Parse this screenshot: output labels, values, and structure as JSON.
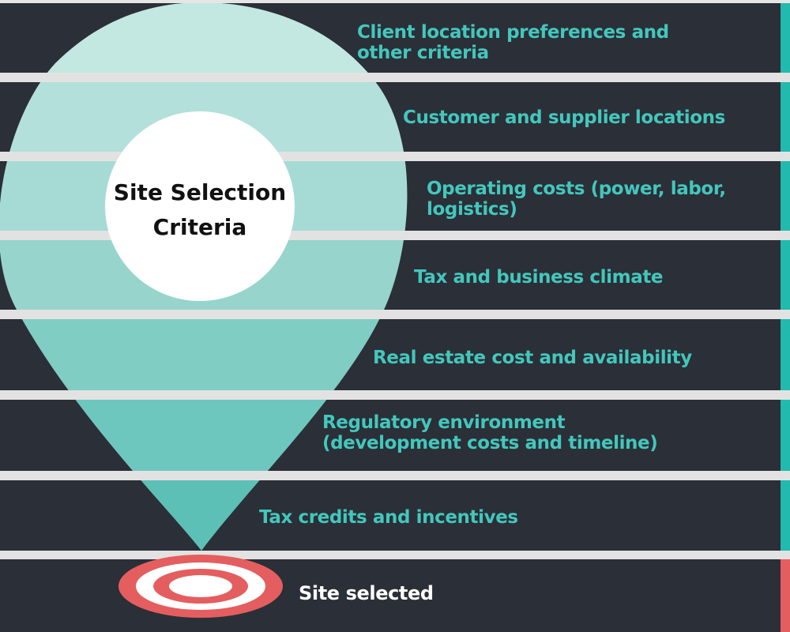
{
  "colors": {
    "background": "#e6e6e6",
    "band": "#2b2f37",
    "separator": "#e2e2e2",
    "label": "#43c7bd",
    "final_label": "#ffffff",
    "accent_bar": "#22b9ae",
    "final_accent_bar": "#e45e5f",
    "target_red": "#e45e5f",
    "target_white": "#ffffff",
    "center_circle": "#ffffff",
    "center_title": "#111111",
    "pin_shades": [
      "#c3e7e1",
      "#b3e0da",
      "#a5dbd4",
      "#96d4cc",
      "#80cdc4",
      "#6ec7be",
      "#5dc0b7"
    ]
  },
  "center": {
    "title_line1": "Site Selection",
    "title_line2": "Criteria"
  },
  "criteria": [
    {
      "lines": [
        "Client location preferences and",
        "other criteria"
      ]
    },
    {
      "lines": [
        "Customer and supplier locations"
      ]
    },
    {
      "lines": [
        "Operating costs (power, labor,",
        "logistics)"
      ]
    },
    {
      "lines": [
        "Tax and business climate"
      ]
    },
    {
      "lines": [
        "Real estate cost and availability"
      ]
    },
    {
      "lines": [
        "Regulatory environment",
        "(development costs and timeline)"
      ]
    },
    {
      "lines": [
        "Tax credits and incentives"
      ]
    }
  ],
  "final": {
    "label": "Site selected",
    "icon": "target-icon"
  }
}
